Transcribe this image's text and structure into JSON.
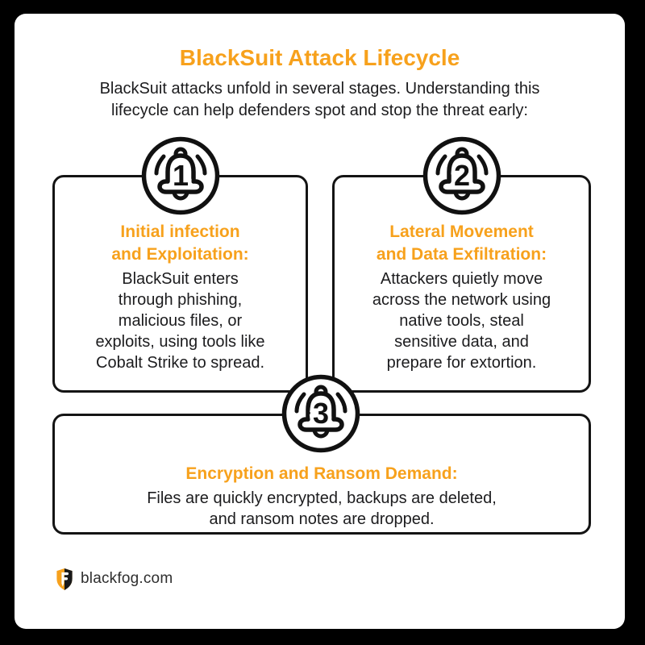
{
  "colors": {
    "background": "#000000",
    "card": "#ffffff",
    "accent_orange": "#F7A11C",
    "text_dark": "#1c1c1e",
    "border": "#141414"
  },
  "header": {
    "title": "BlackSuit Attack Lifecycle",
    "subtitle_lines": [
      "BlackSuit attacks unfold in several stages. Understanding this",
      "lifecycle can help defenders spot and stop the threat early:"
    ]
  },
  "stages": [
    {
      "number": "1",
      "icon": "bell-badge-icon",
      "heading_lines": [
        "Initial infection",
        "and Exploitation:"
      ],
      "body_lines": [
        "BlackSuit enters",
        "through phishing,",
        "malicious files, or",
        "exploits, using tools like",
        "Cobalt Strike to spread."
      ]
    },
    {
      "number": "2",
      "icon": "bell-badge-icon",
      "heading_lines": [
        "Lateral Movement",
        "and Data Exfiltration:"
      ],
      "body_lines": [
        "Attackers quietly move",
        "across the network using",
        "native tools, steal",
        "sensitive data, and",
        "prepare for extortion."
      ]
    },
    {
      "number": "3",
      "icon": "bell-badge-icon",
      "heading_lines": [
        "Encryption and Ransom Demand:"
      ],
      "body_lines": [
        "Files are quickly encrypted, backups are deleted,",
        "and ransom notes are dropped."
      ]
    }
  ],
  "footer": {
    "site": "blackfog.com",
    "logo": "blackfog-shield-logo"
  }
}
